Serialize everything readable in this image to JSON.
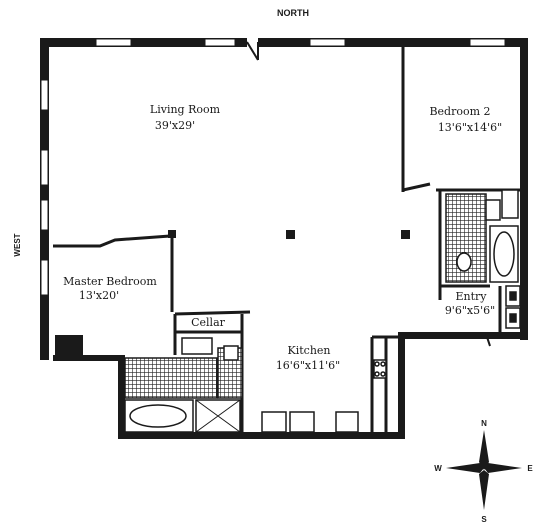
{
  "compass_labels": {
    "north": "NORTH",
    "west": "WEST"
  },
  "rooms": {
    "living_room": {
      "name": "Living Room",
      "dimensions": "39'x29'"
    },
    "bedroom_2": {
      "name": "Bedroom 2",
      "dimensions": "13'6\"x14'6\""
    },
    "master_bedroom": {
      "name": "Master Bedroom",
      "dimensions": "13'x20'"
    },
    "entry": {
      "name": "Entry",
      "dimensions": "9'6\"x5'6\""
    },
    "kitchen": {
      "name": "Kitchen",
      "dimensions": "16'6\"x11'6\""
    },
    "cellar": {
      "name": "Cellar"
    }
  },
  "compass_rose": {
    "n": "N",
    "s": "S",
    "e": "E",
    "w": "W"
  },
  "colors": {
    "wall": "#1a1a1a",
    "tile": "#333333",
    "background": "#ffffff"
  }
}
